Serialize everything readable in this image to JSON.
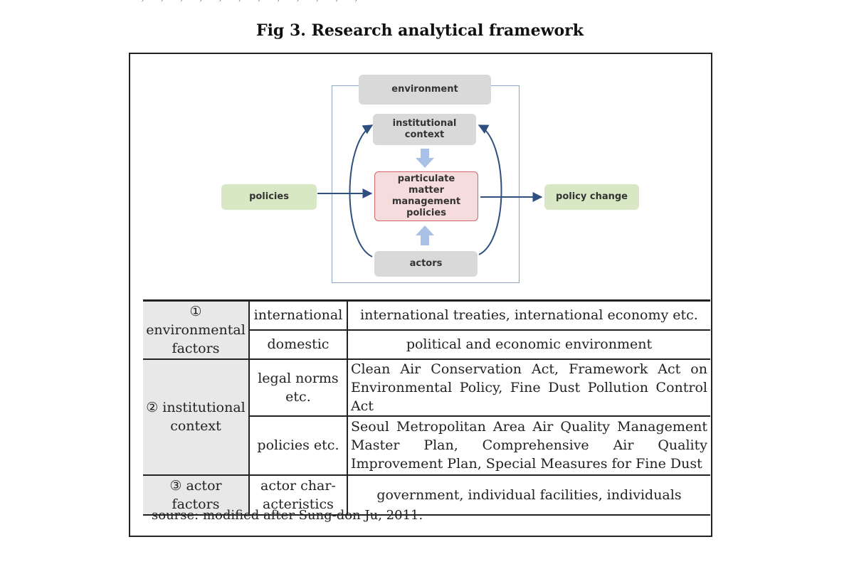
{
  "header": {
    "top_fragment": "· ‚ · ‚ · ‚ · ‚ · ‚ · ‚ · ‚ · ‚ · ‚ · ‚ · ‚ · ‚",
    "figure_title": "Fig 3. Research analytical framework"
  },
  "diagram": {
    "environment": "environment",
    "institutional_context": "institutional context",
    "particulate_policies": "particulate matter management policies",
    "actors": "actors",
    "policies": "policies",
    "policy_change": "policy change"
  },
  "table": {
    "rows": [
      {
        "category": "① environmental factors",
        "sub": "international",
        "desc": "international treaties,  international economy etc."
      },
      {
        "sub": "domestic",
        "desc": "political and economic environment"
      },
      {
        "category": "② institutional context",
        "sub": "legal norms etc.",
        "desc": "Clean Air Conservation Act, Framework Act on Environmental Policy, Fine Dust Pollution Control Act"
      },
      {
        "sub": "policies etc.",
        "desc": "Seoul Metropolitan Area Air Quality Management Master Plan, Comprehensive Air Quality Improvement Plan, Special Measures for Fine Dust"
      },
      {
        "category": "③ actor factors",
        "sub": "actor char-acteristics",
        "desc": "government, individual facilities, individuals"
      }
    ],
    "source": "sourse: modified after Sung-don Ju, 2011."
  }
}
